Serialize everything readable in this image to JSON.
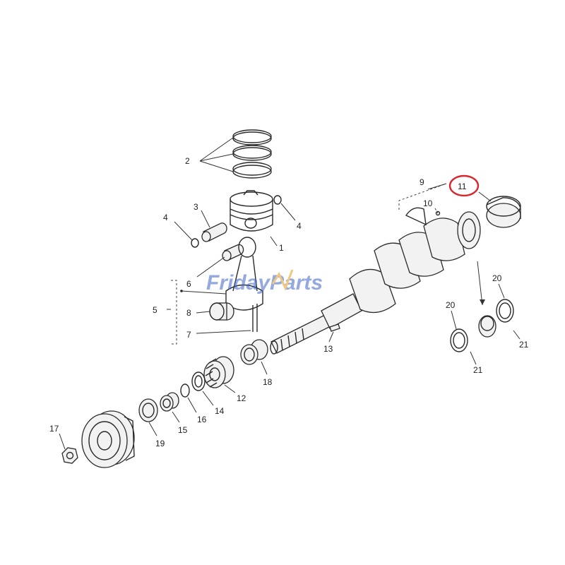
{
  "diagram": {
    "callouts": {
      "c1": "1",
      "c2": "2",
      "c3": "3",
      "c4a": "4",
      "c4b": "4",
      "c5": "5",
      "c6": "6",
      "c7": "7",
      "c8": "8",
      "c9": "9",
      "c10": "10",
      "c11": "11",
      "c12": "12",
      "c13": "13",
      "c14": "14",
      "c15": "15",
      "c16": "16",
      "c17": "17",
      "c18": "18",
      "c19": "19",
      "c20a": "20",
      "c20b": "20",
      "c21a": "21",
      "c21b": "21"
    },
    "highlight_color": "#d9262b"
  },
  "watermark": {
    "text": "FridayParts",
    "color": "#3b63c7"
  }
}
